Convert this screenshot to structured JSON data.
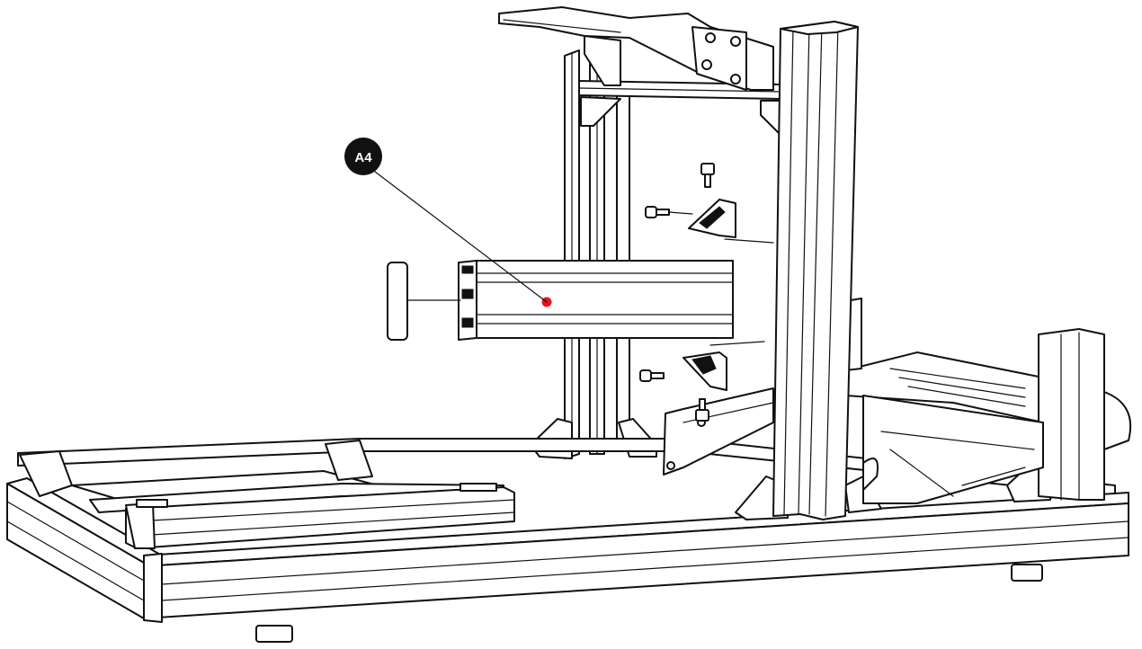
{
  "diagram": {
    "callouts": [
      {
        "id": "A4",
        "label": "A4"
      }
    ],
    "colors": {
      "line": "#111111",
      "background": "#ffffff",
      "callout_fill": "#111111",
      "callout_text": "#ffffff",
      "marker": "#e8141c"
    },
    "icons": [
      "callout-badge",
      "position-marker-dot"
    ]
  }
}
